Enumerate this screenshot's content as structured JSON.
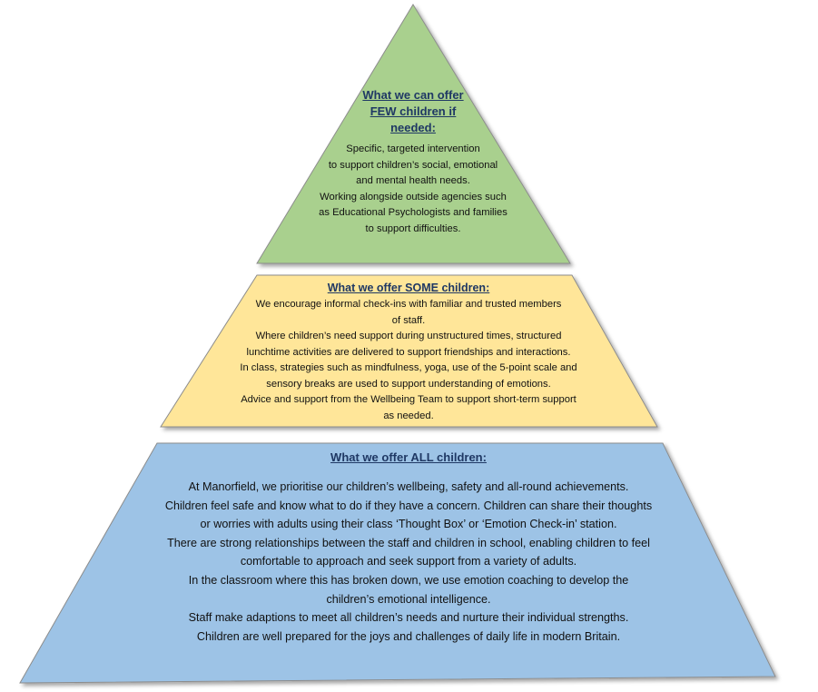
{
  "colors": {
    "top_fill": "#a9d08e",
    "middle_fill": "#ffe699",
    "bottom_fill": "#9dc3e6",
    "outline": "#8c8c8c",
    "heading": "#1f3864"
  },
  "pyramid": {
    "top": {
      "heading_lines": [
        "What we can offer",
        "FEW children if",
        "needed:"
      ],
      "body_lines": [
        "Specific, targeted intervention",
        "to support children’s social, emotional",
        "and mental health needs.",
        "Working alongside outside agencies such",
        "as Educational Psychologists and families",
        "to support difficulties."
      ]
    },
    "middle": {
      "heading": "What we offer SOME children:",
      "body_lines": [
        "We encourage informal check-ins with familiar and trusted members",
        "of staff.",
        "Where children’s need support during unstructured times, structured",
        "lunchtime activities are delivered to support friendships and interactions.",
        "In class, strategies such as mindfulness, yoga, use of the 5-point scale and",
        "sensory breaks are used to support understanding of emotions.",
        "Advice and support from the Wellbeing Team to support short-term support",
        "as needed."
      ]
    },
    "bottom": {
      "heading": "What we offer ALL children:",
      "body_lines": [
        "At Manorfield, we prioritise our children’s wellbeing, safety and all-round achievements.",
        "Children feel safe and know what to do if they have a concern. Children can share their thoughts",
        "or worries with adults using their class ‘Thought Box’ or ‘Emotion Check-in’ station.",
        "There are strong relationships between the staff and children in school, enabling children to feel",
        "comfortable to approach and seek support from a variety of adults.",
        "In the classroom where this has broken down, we use emotion coaching to develop the",
        "children’s emotional intelligence.",
        "Staff make adaptions to meet all children’s needs and nurture their individual strengths.",
        "Children are well prepared for the joys and challenges of daily life in modern Britain."
      ]
    }
  }
}
